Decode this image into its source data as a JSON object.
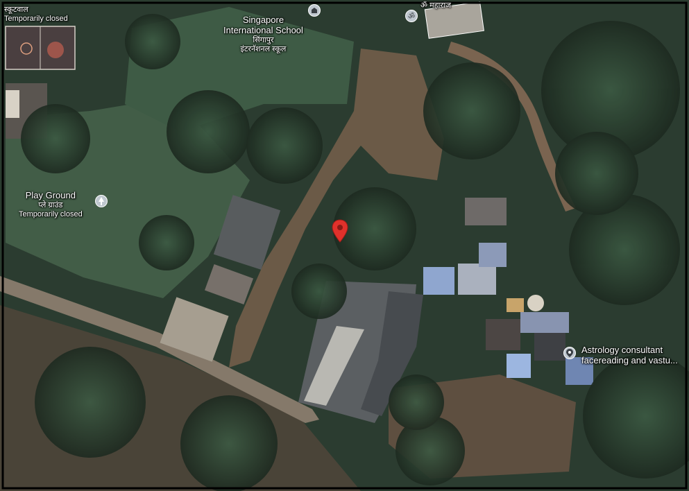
{
  "map": {
    "colors": {
      "forest": "#2e4034",
      "forest_dark": "#1e2a22",
      "grass": "#3f5a44",
      "soil": "#6b5846",
      "road": "#8a7e6e",
      "roof": "#6a6e72",
      "roof_blue": "#8fa6cf",
      "pin": "#e0312b"
    },
    "labels": {
      "top_left_partial": "स्कूटवाल",
      "top_left_partial_sub": "Temporarily closed",
      "school_name_line1": "Singapore",
      "school_name_line2": "International School",
      "school_name_hindi1": "सिंगापुर",
      "school_name_hindi2": "इंटरनॅशनल स्कूल",
      "top_center_partial": "ॐ महाराज",
      "playground_name": "Play Ground",
      "playground_hindi": "प्ले ग्राउंड",
      "playground_status": "Temporarily closed",
      "astrology_line1": "Astrology consultant",
      "astrology_line2": "facereading and vastu..."
    },
    "icons": {
      "school": "school-icon",
      "temple": "temple-icon",
      "park": "park-icon",
      "place": "place-icon",
      "selected": "location-pin-icon"
    }
  }
}
